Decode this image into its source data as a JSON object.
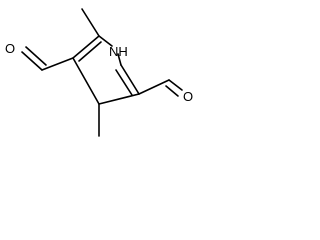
{
  "molecule": {
    "atoms": {
      "n1": "NH",
      "o_left": "O",
      "o_right": "O"
    }
  }
}
